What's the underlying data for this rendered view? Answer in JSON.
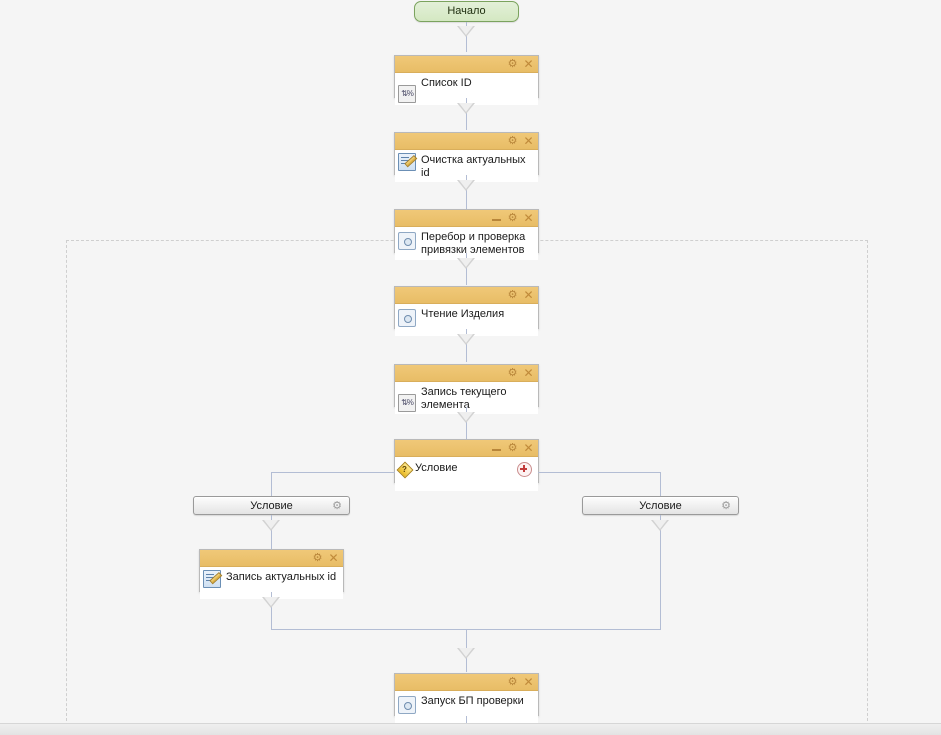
{
  "app": {
    "title": "Business process scheme editor",
    "canvas_background": "#f5f5f5",
    "line_color": "#b3bdd4",
    "node_header_color": "#e8bd66",
    "start_node_color": "#d4e8c2"
  },
  "icons": {
    "minimize": "minimize-icon",
    "gear": "gear-icon",
    "close": "close-icon",
    "plus": "plus-icon",
    "gear_glyph": "⚙",
    "close_glyph": "✕",
    "variable_glyph": "⇅%"
  },
  "nodes": {
    "start": {
      "label": "Начало",
      "type": "start"
    },
    "list_id": {
      "label": "Список ID",
      "icon": "variable-icon",
      "type": "activity"
    },
    "clear_actual": {
      "label": "Очистка актуальных id",
      "icon": "write-edit-icon",
      "type": "activity"
    },
    "loop_check": {
      "label": "Перебор и проверка\nпривязки элементов",
      "icon": "procedure-icon",
      "type": "loop",
      "collapsible": true
    },
    "read_item": {
      "label": "Чтение Изделия",
      "icon": "procedure-icon",
      "type": "activity"
    },
    "write_current": {
      "label": "Запись текущего элемента",
      "icon": "variable-icon",
      "type": "activity"
    },
    "condition": {
      "label": "Условие",
      "icon": "condition-diamond-icon",
      "type": "condition",
      "collapsible": true,
      "add_branch_label": "+"
    },
    "write_actual": {
      "label": "Запись актуальных id",
      "icon": "write-edit-icon",
      "type": "activity"
    },
    "start_bp_check": {
      "label": "Запуск БП проверки",
      "icon": "procedure-icon",
      "type": "activity"
    }
  },
  "branches": [
    {
      "id": "left",
      "label": "Условие"
    },
    {
      "id": "right",
      "label": "Условие"
    }
  ]
}
